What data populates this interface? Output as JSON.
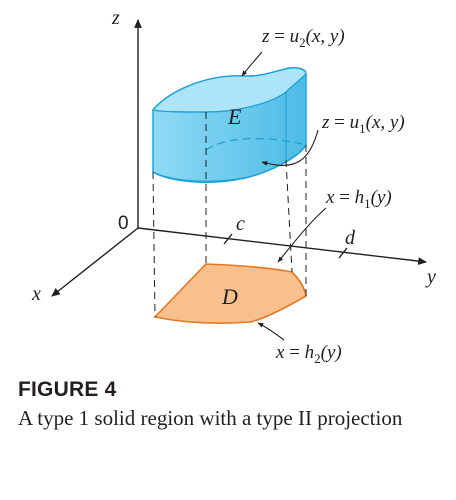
{
  "axes": {
    "x": "x",
    "y": "y",
    "z": "z",
    "origin": "0"
  },
  "points": {
    "c": "c",
    "d": "d"
  },
  "regions": {
    "solid": "E",
    "projection": "D"
  },
  "surfaces": {
    "upper": {
      "lhs": "z",
      "func": "u",
      "sub": "2",
      "args": "(x, y)"
    },
    "lower": {
      "lhs": "z",
      "func": "u",
      "sub": "1",
      "args": "(x, y)"
    }
  },
  "boundaries": {
    "h1": {
      "lhs": "x",
      "func": "h",
      "sub": "1",
      "args": "(y)"
    },
    "h2": {
      "lhs": "x",
      "func": "h",
      "sub": "2",
      "args": "(y)"
    }
  },
  "caption": {
    "title": "FIGURE 4",
    "text": "A type 1 solid region with a type II projection"
  },
  "colors": {
    "solid_fill": "#7fd3f0",
    "solid_top": "#aee4f7",
    "solid_edge": "#1ea3d8",
    "region_fill": "#f8c08d",
    "region_edge": "#e87722",
    "ink": "#231f20"
  }
}
